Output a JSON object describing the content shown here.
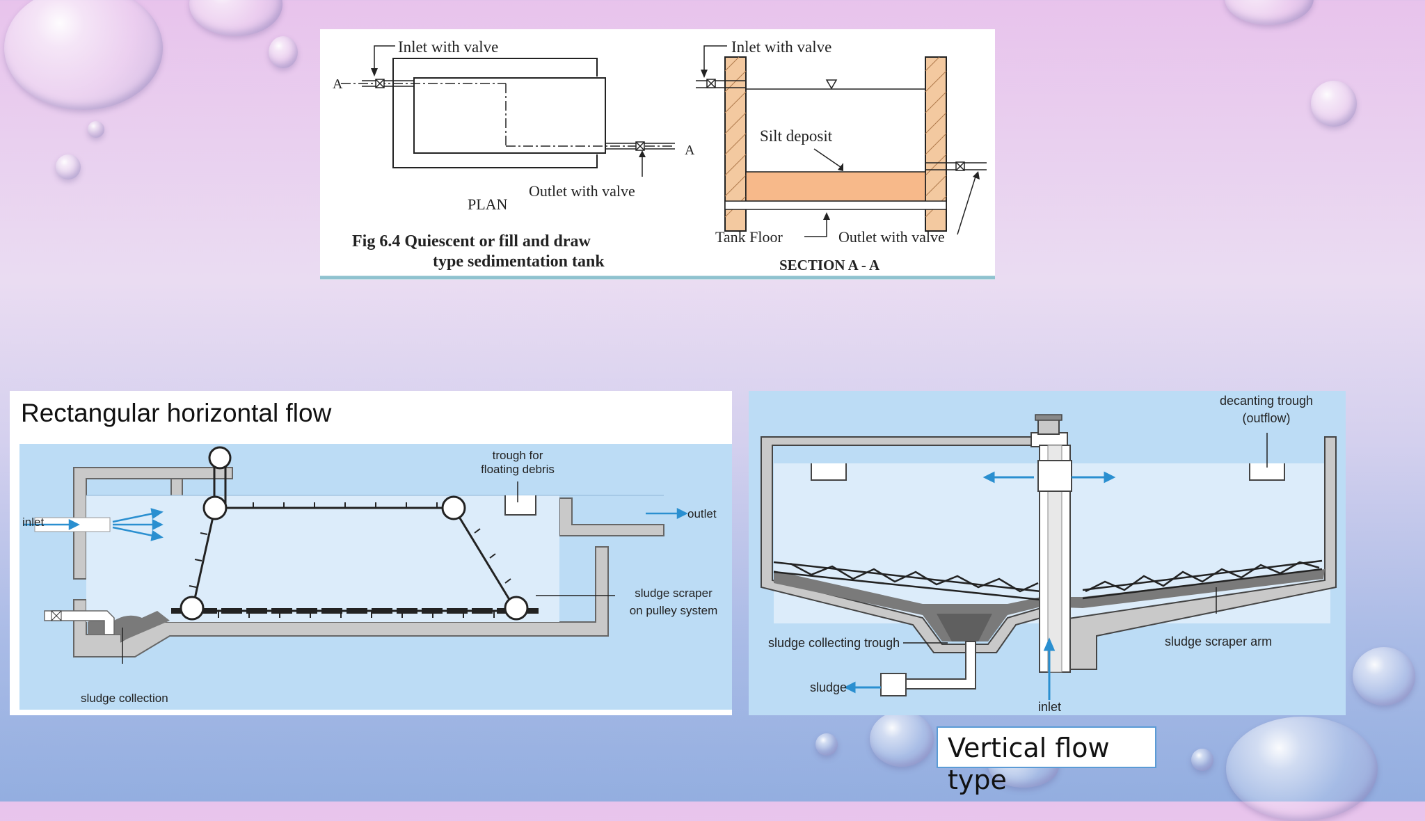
{
  "fig1": {
    "plan_inlet": "Inlet with valve",
    "plan_A_left": "A",
    "plan_A_right": "A",
    "plan_outlet": "Outlet with valve",
    "plan_label": "PLAN",
    "caption_line1": "Fig 6.4 Quiescent or fill and draw",
    "caption_line2": "type sedimentation tank",
    "sec_inlet": "Inlet with valve",
    "sec_silt": "Silt deposit",
    "sec_tank_floor": "Tank Floor",
    "sec_outlet": "Outlet with valve",
    "sec_label": "SECTION A - A"
  },
  "fig2": {
    "title": "Rectangular horizontal flow",
    "inlet": "inlet",
    "outlet": "outlet",
    "trough_line1": "trough for",
    "trough_line2": "floating debris",
    "scraper_line1": "sludge scraper",
    "scraper_line2": "on pulley system",
    "sludge_collection": "sludge collection"
  },
  "fig3": {
    "decanting_line1": "decanting trough",
    "decanting_line2": "(outflow)",
    "sludge_trough": "sludge collecting trough",
    "scraper_arm": "sludge scraper arm",
    "sludge": "sludge",
    "inlet": "inlet"
  },
  "caption": "Vertical flow type",
  "colors": {
    "water": "#bcdcf5",
    "silt": "#f7b98a",
    "wall": "#c9c9c9",
    "arrow_blue": "#2a8fd0"
  }
}
